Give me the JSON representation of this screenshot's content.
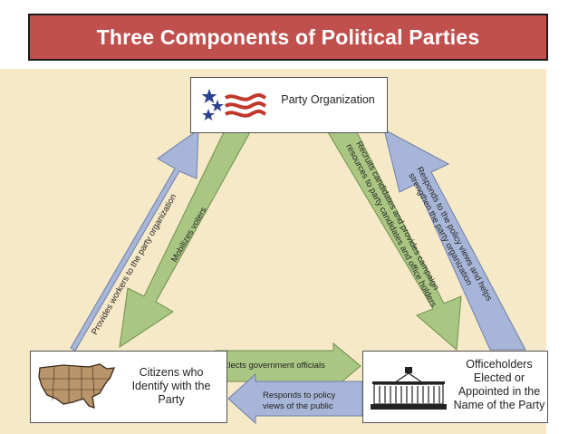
{
  "title": "Three Components of Political Parties",
  "colors": {
    "title_bg": "#c0504d",
    "panel_bg": "#f6e9c8",
    "green_arrow": "#a9c783",
    "blue_arrow": "#a7b6d8"
  },
  "nodes": {
    "party_org": {
      "label": "Party Organization",
      "icon": "flag-stars-icon"
    },
    "citizens": {
      "label": "Citizens who Identify with the Party",
      "icon": "us-map-icon"
    },
    "officeholders": {
      "label": "Officeholders Elected or Appointed in the Name of the Party",
      "icon": "white-house-icon"
    }
  },
  "arrows": {
    "provides_workers": "Provides workers to the party organization",
    "mobilizes_voters": "Mobilizes voters",
    "recruits_line1": "Recruits candidates and provides campaign",
    "recruits_line2": "resources to party candidates and office holders",
    "responds_line1": "Responds to the policy views and helps",
    "responds_line2": "strengthen the party organization",
    "elects": "Elects government officials",
    "policy_line1": "Responds to policy",
    "policy_line2": "views of the public"
  }
}
